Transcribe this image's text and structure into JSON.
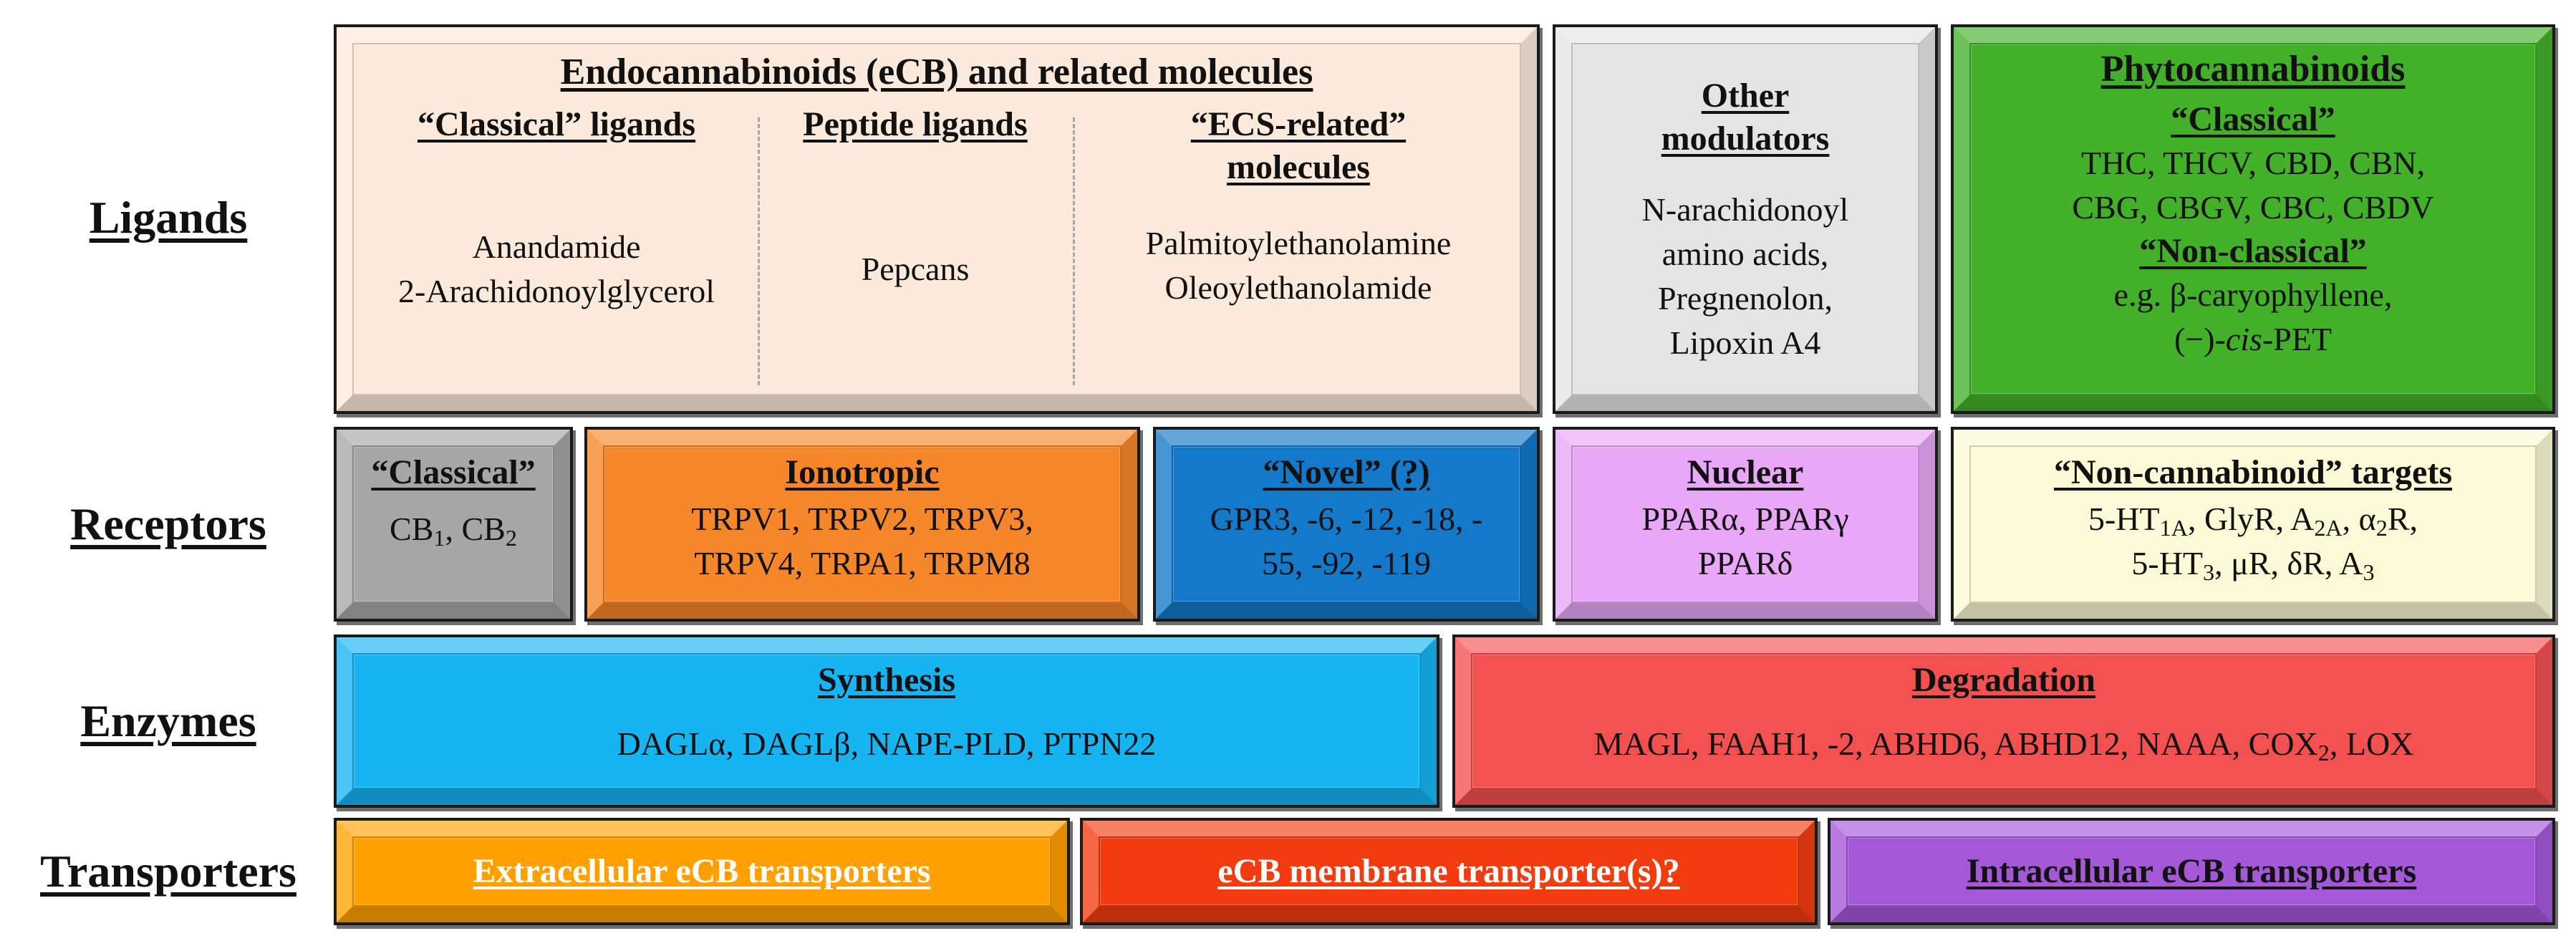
{
  "row_labels": {
    "ligands": "Ligands",
    "receptors": "Receptors",
    "enzymes": "Enzymes",
    "transporters": "Transporters"
  },
  "ligands": {
    "ecb": {
      "title": "Endocannabinoids (eCB) and related molecules",
      "classical": {
        "head": "“Classical” ligands",
        "items": [
          "Anandamide",
          "2-Arachidonoylglycerol"
        ]
      },
      "peptide": {
        "head": "Peptide ligands",
        "items": [
          "Pepcans"
        ]
      },
      "ecs_related": {
        "head_line1": "“ECS-related”",
        "head_line2": "molecules",
        "items": [
          "Palmitoylethanolamine",
          "Oleoylethanolamide"
        ]
      }
    },
    "other": {
      "head_line1": "Other",
      "head_line2": "modulators",
      "lines": [
        "N-arachidonoyl",
        "amino acids,",
        "Pregnenolon,",
        "Lipoxin A4"
      ]
    },
    "phyto": {
      "title": "Phytocannabinoids",
      "classical_head": "“Classical”",
      "classical_lines": [
        "THC, THCV, CBD, CBN,",
        "CBG, CBGV, CBC, CBDV"
      ],
      "nonclassical_head": "“Non-classical”",
      "nonclassical_line1": "e.g. β-caryophyllene,",
      "nonclassical_line2_prefix": "(−)-",
      "nonclassical_line2_italic": "cis",
      "nonclassical_line2_suffix": "-PET"
    }
  },
  "receptors": {
    "classical": {
      "head": "“Classical”",
      "cb": "CB",
      "sub1": "1",
      "sep": ", CB",
      "sub2": "2"
    },
    "ionotropic": {
      "head": "Ionotropic",
      "lines": [
        "TRPV1, TRPV2, TRPV3,",
        "TRPV4, TRPA1, TRPM8"
      ]
    },
    "novel": {
      "head": "“Novel” (?)",
      "lines": [
        "GPR3, -6, -12, -18, -",
        "55, -92, -119"
      ]
    },
    "nuclear": {
      "head": "Nuclear",
      "lines": [
        "PPARα, PPARγ",
        "PPARδ"
      ]
    },
    "noncannabinoid": {
      "head": "“Non-cannabinoid” targets",
      "line1": [
        {
          "t": "5-HT"
        },
        {
          "s": "1A"
        },
        {
          "t": ", GlyR, A"
        },
        {
          "s": "2A"
        },
        {
          "t": ", α"
        },
        {
          "s": "2"
        },
        {
          "t": "R,"
        }
      ],
      "line2": [
        {
          "t": "5-HT"
        },
        {
          "s": "3"
        },
        {
          "t": ", μR, δR, A"
        },
        {
          "s": "3"
        }
      ]
    }
  },
  "enzymes": {
    "synthesis": {
      "head": "Synthesis",
      "text": "DAGLα, DAGLβ, NAPE-PLD, PTPN22"
    },
    "degradation": {
      "head": "Degradation",
      "text_prefix": "MAGL, FAAH1, -2, ABHD6, ABHD12, NAAA, COX",
      "text_sub": "2",
      "text_suffix": ", LOX"
    }
  },
  "transporters": {
    "extracellular": "Extracellular eCB transporters",
    "membrane": "eCB membrane transporter(s)?",
    "intracellular": "Intracellular eCB transporters"
  },
  "colors": {
    "ecb_bg": "#fbeadb",
    "other_bg": "#e4e4e4",
    "phyto_bg": "#43b02a",
    "classical_rec_bg": "#a6a6a6",
    "ionotropic_bg": "#f6862a",
    "novel_bg": "#1479c8",
    "nuclear_bg": "#e8a7f7",
    "noncannabinoid_bg": "#fbfad7",
    "synthesis_bg": "#17b4f2",
    "degradation_bg": "#f35050",
    "extracellular_bg": "#ffa000",
    "membrane_bg": "#f23c10",
    "intracellular_bg": "#a458d8"
  }
}
